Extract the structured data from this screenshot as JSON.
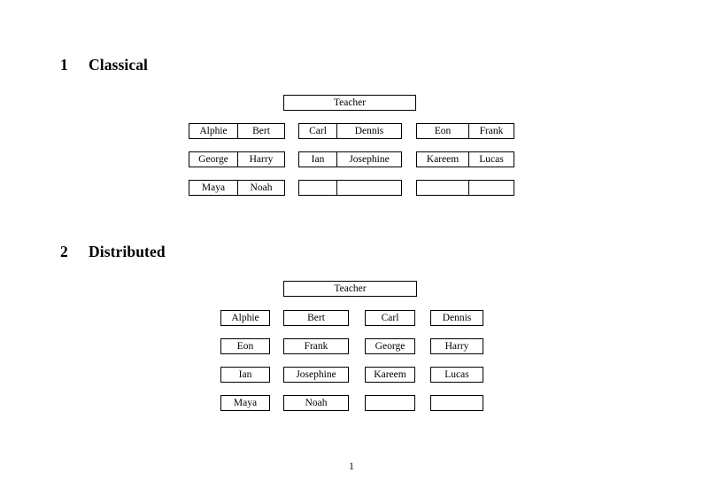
{
  "document": {
    "page_number": "1",
    "sections": [
      {
        "number": "1",
        "title": "Classical",
        "teacher_label": "Teacher",
        "layout": "paired",
        "groups": [
          {
            "name": "group-left",
            "rows": [
              [
                "Alphie",
                "Bert"
              ],
              [
                "George",
                "Harry"
              ],
              [
                "Maya",
                "Noah"
              ]
            ]
          },
          {
            "name": "group-middle",
            "rows": [
              [
                "Carl",
                "Dennis"
              ],
              [
                "Ian",
                "Josephine"
              ],
              [
                "",
                ""
              ]
            ]
          },
          {
            "name": "group-right",
            "rows": [
              [
                "Eon",
                "Frank"
              ],
              [
                "Kareem",
                "Lucas"
              ],
              [
                "",
                ""
              ]
            ]
          }
        ]
      },
      {
        "number": "2",
        "title": "Distributed",
        "teacher_label": "Teacher",
        "layout": "separate",
        "rows": [
          [
            "Alphie",
            "Bert",
            "Carl",
            "Dennis"
          ],
          [
            "Eon",
            "Frank",
            "George",
            "Harry"
          ],
          [
            "Ian",
            "Josephine",
            "Kareem",
            "Lucas"
          ],
          [
            "Maya",
            "Noah",
            "",
            ""
          ]
        ]
      }
    ]
  },
  "colors": {
    "page_background": "#ffffff",
    "text": "#000000",
    "border": "#000000"
  }
}
